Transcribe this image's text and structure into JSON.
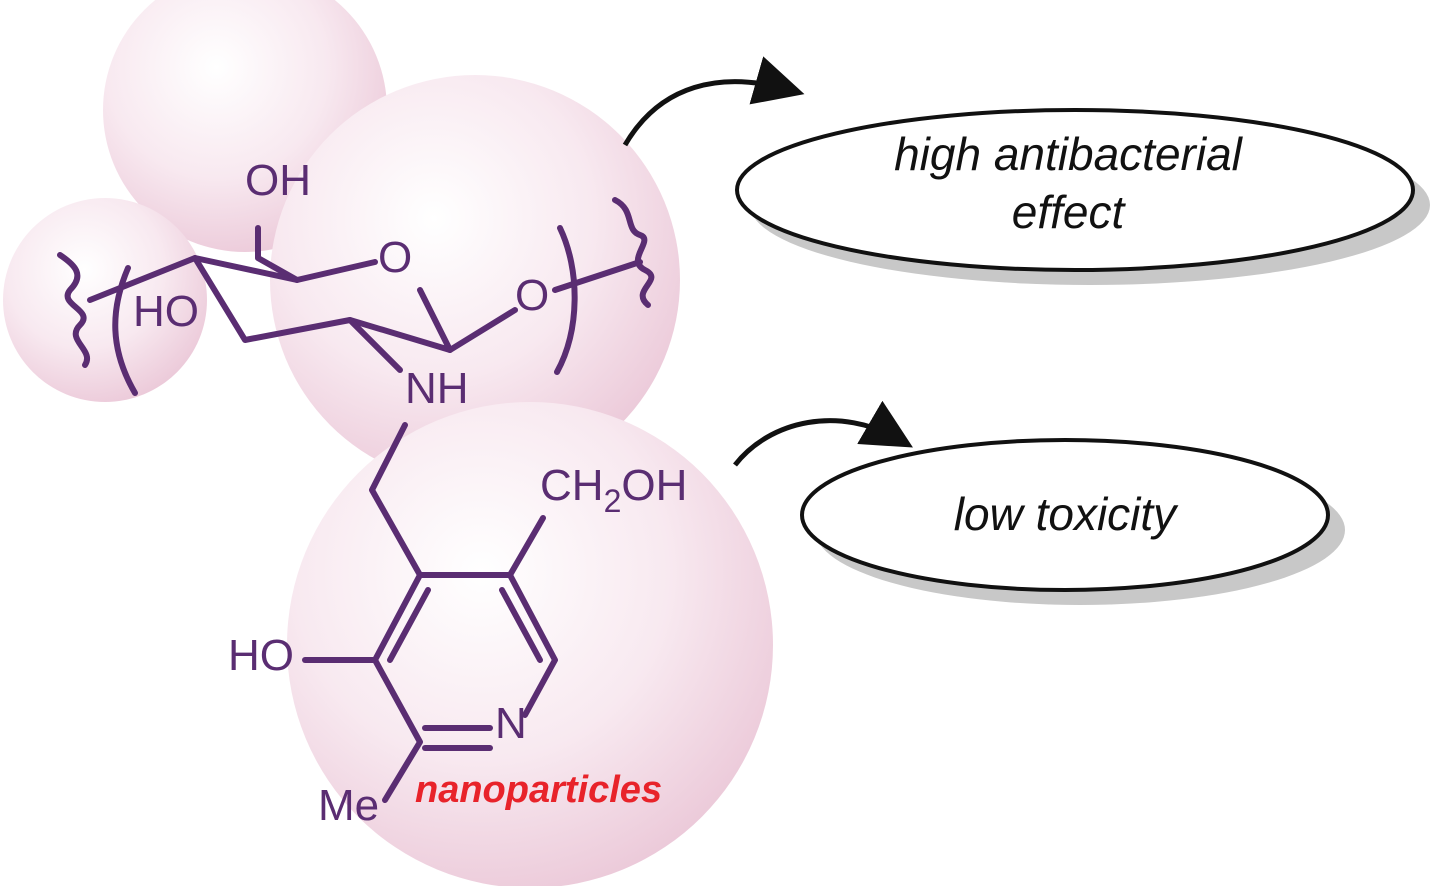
{
  "labels": {
    "oh_top": "OH",
    "ho_left": "HO",
    "ring_o": "O",
    "glycosidic_o": "O",
    "nh": "NH",
    "ch2oh_ch": "CH",
    "ch2oh_sub": "2",
    "ch2oh_oh": "OH",
    "ho_pyridine": "HO",
    "n_pyridine": "N",
    "me": "Me",
    "nanoparticles": "nanoparticles"
  },
  "effects": {
    "top_line1": "high antibacterial",
    "top_line2": "effect",
    "bottom": "low toxicity"
  },
  "colors": {
    "structure": "#5a2d72",
    "nanoparticles": "#e8232a",
    "sphere": "#f3dbe6"
  }
}
